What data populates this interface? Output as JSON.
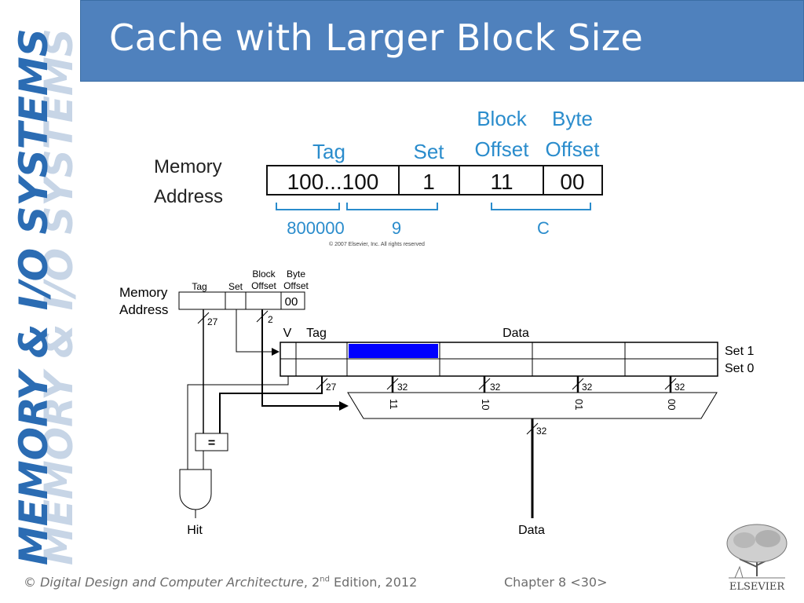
{
  "slide": {
    "title": "Cache with Larger Block Size",
    "sidebar_text": "MEMORY & I/O SYSTEMS"
  },
  "address_fields": {
    "label_line1": "Memory",
    "label_line2": "Address",
    "headers": {
      "tag": "Tag",
      "set": "Set",
      "block_offset_line1": "Block",
      "block_offset_line2": "Offset",
      "byte_offset_line1": "Byte",
      "byte_offset_line2": "Offset"
    },
    "values": {
      "tag": "100...100",
      "set": "1",
      "block_offset": "11",
      "byte_offset": "00"
    },
    "hex_values": {
      "tag": "800000",
      "set": "9",
      "offset": "C"
    },
    "copyright": "© 2007 Elsevier, Inc. All rights reserved"
  },
  "schematic": {
    "addr_label_line1": "Memory",
    "addr_label_line2": "Address",
    "tag_header": "Tag",
    "set_header": "Set",
    "block_header_line1": "Block",
    "block_header_line2": "Offset",
    "byte_header_line1": "Byte",
    "byte_header_line2": "Offset",
    "byte_value": "00",
    "tag_width": "27",
    "offset_width": "2",
    "col_v": "V",
    "col_tag": "Tag",
    "col_data": "Data",
    "set1": "Set 1",
    "set0": "Set 0",
    "tag_bus": "27",
    "word_bus_1": "32",
    "word_bus_2": "32",
    "word_bus_3": "32",
    "word_bus_4": "32",
    "mux_in_1": "11",
    "mux_in_2": "10",
    "mux_in_3": "01",
    "mux_in_4": "00",
    "mux_out_width": "32",
    "comparator": "=",
    "hit_label": "Hit",
    "data_label": "Data",
    "highlight_color": "#0000ff",
    "accent_color": "#2a8ccc"
  },
  "footer": {
    "copyright_symbol": "©",
    "book_title": "Digital Design and Computer Architecture",
    "edition_pre": ", 2",
    "edition_sup": "nd",
    "edition_post": " Edition, 2012",
    "chapter": "Chapter 8 <30>"
  },
  "logo": {
    "text": "ELSEVIER"
  }
}
